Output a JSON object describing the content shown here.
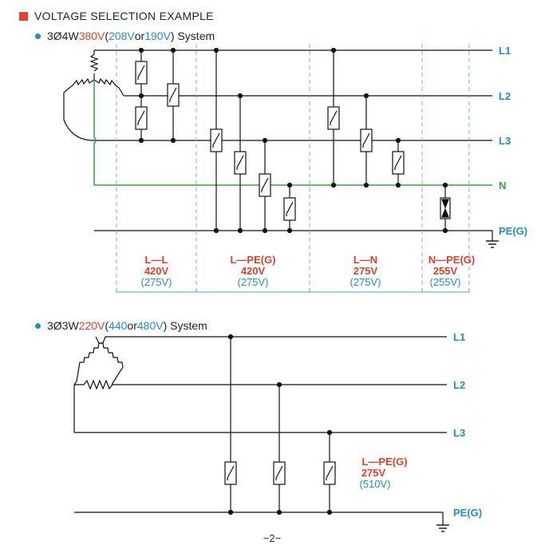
{
  "header": {
    "title": "VOLTAGE SELECTION EXAMPLE"
  },
  "system1": {
    "prefix": "3Ø4W ",
    "v1": "380V",
    "open": " (",
    "v2": "208V",
    "or": " or ",
    "v3": "190V",
    "close": ") System",
    "lines": [
      "L1",
      "L2",
      "L3",
      "N",
      "PE(G)"
    ],
    "groups": [
      {
        "name": "L—L",
        "rated": "420V",
        "alt": "(275V)"
      },
      {
        "name": "L—PE(G)",
        "rated": "420V",
        "alt": "(275V)"
      },
      {
        "name": "L—N",
        "rated": "275V",
        "alt": "(275V)"
      },
      {
        "name": "N—PE(G)",
        "rated": "255V",
        "alt": "(255V)"
      }
    ]
  },
  "system2": {
    "prefix": "3Ø3W ",
    "v1": "220V",
    "open": " (",
    "v2": "440",
    "or": " or ",
    "v3": "480V",
    "close": ") System",
    "lines": [
      "L1",
      "L2",
      "L3",
      "PE(G)"
    ],
    "group": {
      "name": "L—PE(G)",
      "rated": "275V",
      "alt": "(510V)"
    }
  },
  "footer": {
    "page": "−2−"
  },
  "colors": {
    "accent_red": "#e04028",
    "accent_blue": "#1f8fc8",
    "neutral_green": "#2eaa3c",
    "line": "#111111"
  }
}
